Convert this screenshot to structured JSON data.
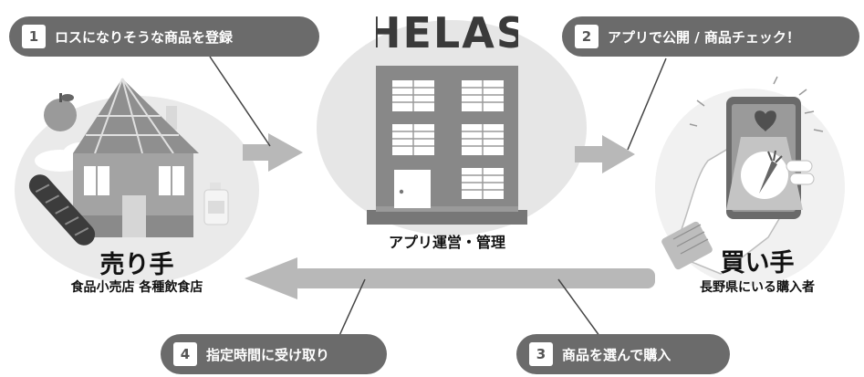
{
  "steps": [
    {
      "num": "1",
      "label": "ロスになりそうな商品を登録"
    },
    {
      "num": "2",
      "label": "アプリで公開 / 商品チェック！"
    },
    {
      "num": "3",
      "label": "商品を選んで購入"
    },
    {
      "num": "4",
      "label": "指定時間に受け取り"
    }
  ],
  "seller": {
    "title": "売り手",
    "subtitle": "食品小売店 各種飲食店"
  },
  "operator": {
    "label": "アプリ運営・管理"
  },
  "buyer": {
    "title": "買い手",
    "subtitle": "長野県にいる購入者"
  },
  "brand": {
    "logo_text": "HELAS"
  }
}
